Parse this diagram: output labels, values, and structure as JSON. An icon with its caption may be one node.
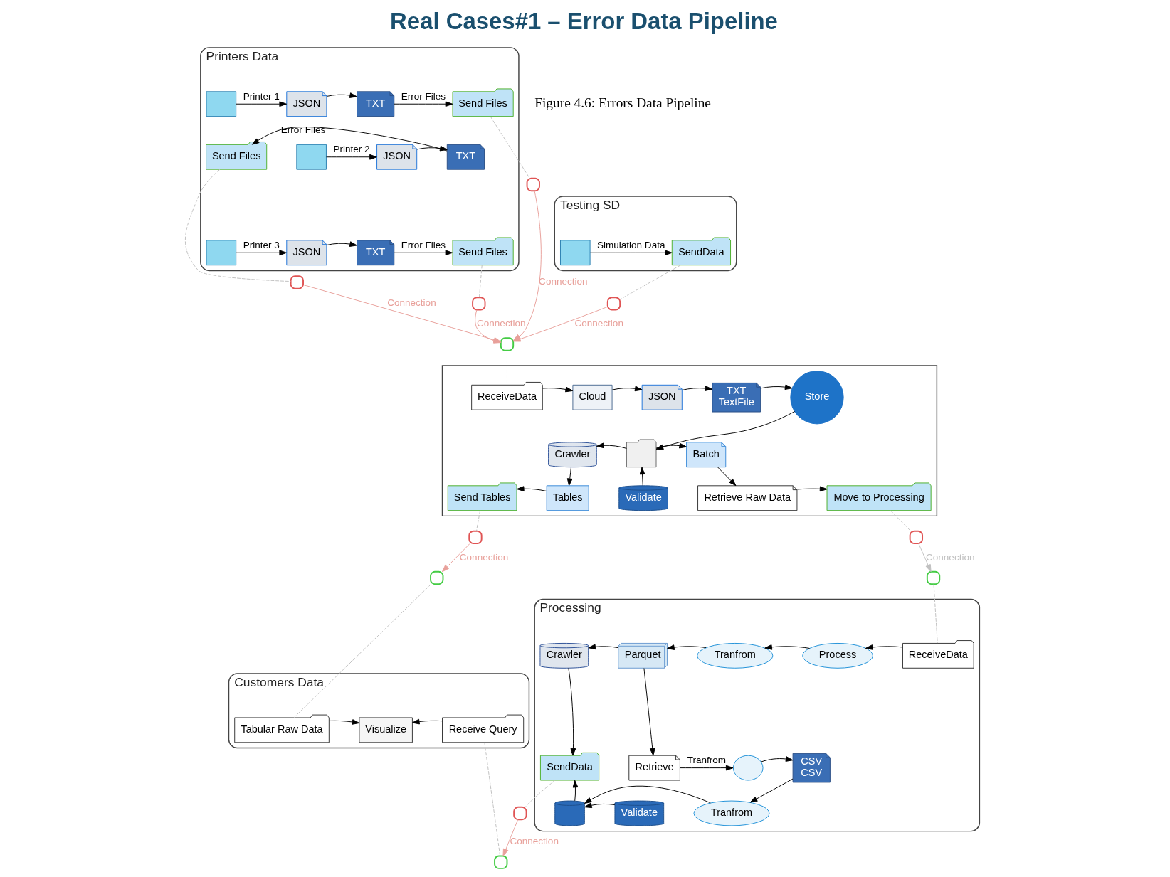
{
  "diagram": {
    "title": "Real Cases#1 – Error Data Pipeline",
    "caption": "Figure 4.6: Errors Data Pipeline",
    "nodes": [
      {
        "text": [
          "Printers Data"
        ]
      },
      {
        "text": [],
        "shape": "box",
        "in": 0
      },
      {
        "text": [
          "JSON"
        ],
        "in": 0
      },
      {
        "text": [
          "TXT"
        ],
        "in": 0
      },
      {
        "text": [
          "Send Files"
        ],
        "in": 0
      },
      {
        "text": [],
        "shape": "box",
        "in": 0
      },
      {
        "text": [
          "JSON"
        ],
        "in": 0
      },
      {
        "text": [
          "TXT"
        ],
        "in": 0
      },
      {
        "text": [
          "Send Files"
        ],
        "in": 0
      },
      {
        "text": [],
        "shape": "box",
        "in": 0
      },
      {
        "text": [
          "JSON"
        ],
        "in": 0
      },
      {
        "text": [
          "TXT"
        ],
        "in": 0
      },
      {
        "text": [
          "Send Files"
        ],
        "in": 0
      },
      {
        "text": [],
        "shape": "box"
      },
      {
        "text": [],
        "shape": "box"
      },
      {
        "text": [],
        "shape": "box"
      },
      {
        "text": [],
        "shape": "box"
      },
      {
        "text": [],
        "shape": "box"
      },
      {
        "text": [
          "ReceiveData"
        ],
        "in": 17
      },
      {
        "text": [
          "Cloud"
        ],
        "in": 17
      },
      {
        "text": [
          "JSON"
        ],
        "in": 17
      },
      {
        "text": [
          "TXT",
          "TextFile"
        ],
        "in": 17
      },
      {
        "text": [
          "Store"
        ],
        "in": 17
      },
      {
        "text": [],
        "shape": "box",
        "in": 17
      },
      {
        "text": [
          "Crawler"
        ],
        "in": 17
      },
      {
        "text": [
          "Batch"
        ],
        "in": 17
      },
      {
        "text": [
          "Tables"
        ],
        "in": 17
      },
      {
        "text": [
          "Send Tables"
        ],
        "in": 17
      },
      {
        "text": [
          "Validate"
        ],
        "in": 17
      },
      {
        "text": [
          "Retrieve Raw Data"
        ],
        "in": 17
      },
      {
        "text": [
          "Move to Processing"
        ],
        "in": 17
      },
      {
        "text": [],
        "shape": "box"
      },
      {
        "text": [],
        "shape": "box"
      },
      {
        "text": [],
        "shape": "box"
      },
      {
        "text": [
          "Testing SD"
        ]
      },
      {
        "text": [],
        "shape": "box",
        "in": 34
      },
      {
        "text": [
          "SendData"
        ],
        "in": 34
      },
      {
        "text": [],
        "shape": "box"
      },
      {
        "text": [],
        "shape": "box"
      },
      {
        "text": [
          "Customers Data"
        ]
      },
      {
        "text": [
          "Tabular Raw Data"
        ],
        "in": 39
      },
      {
        "text": [
          "Visualize"
        ],
        "in": 39
      },
      {
        "text": [
          "Receive Query"
        ],
        "in": 39
      },
      {
        "text": [],
        "shape": "box"
      },
      {
        "text": [
          "Processing"
        ]
      },
      {
        "text": [
          "ReceiveData"
        ],
        "in": 44
      },
      {
        "text": [
          "Process"
        ],
        "in": 44
      },
      {
        "text": [
          "Tranfrom"
        ],
        "in": 44
      },
      {
        "text": [
          "Parquet"
        ],
        "in": 44
      },
      {
        "text": [
          "Crawler"
        ],
        "in": 44
      },
      {
        "text": [
          "SendData"
        ],
        "in": 44
      },
      {
        "text": [
          "Retrieve"
        ],
        "in": 44
      },
      {
        "text": [],
        "shape": "box",
        "in": 44
      },
      {
        "text": [
          "CSV",
          "CSV"
        ],
        "in": 44
      },
      {
        "text": [
          "Tranfrom"
        ],
        "in": 44
      },
      {
        "text": [
          "Validate"
        ],
        "in": 44
      },
      {
        "text": [],
        "shape": "cylinder",
        "in": 44
      },
      {
        "text": [],
        "shape": "box"
      }
    ],
    "edges": [
      {
        "from": 1,
        "to": 2,
        "arrow": "to",
        "label": "Printer 1"
      },
      {
        "from": 2,
        "to": 3,
        "arrow": "to"
      },
      {
        "from": 3,
        "to": 4,
        "arrow": "to",
        "label": "Error Files"
      },
      {
        "from": 5,
        "to": 6,
        "arrow": "to",
        "label": "Printer 2"
      },
      {
        "from": 6,
        "to": 7,
        "arrow": "to"
      },
      {
        "from": 7,
        "to": 8,
        "arrow": "to",
        "label": "Error Files"
      },
      {
        "from": 9,
        "to": 10,
        "arrow": "to",
        "label": "Printer 3"
      },
      {
        "from": 10,
        "to": 11,
        "arrow": "to"
      },
      {
        "from": 11,
        "to": 12,
        "arrow": "to",
        "label": "Error Files"
      },
      {
        "from": 4,
        "to": 13,
        "arrow": "none",
        "style": "dashed",
        "color": "#c0c0c0"
      },
      {
        "from": 8,
        "to": 14,
        "arrow": "none",
        "style": "dashed",
        "color": "#c0c0c0"
      },
      {
        "from": 12,
        "to": 15,
        "arrow": "none",
        "style": "dashed",
        "color": "#c0c0c0"
      },
      {
        "from": 13,
        "to": 16,
        "arrow": "to",
        "label": "Connection",
        "color": "#e8a09a"
      },
      {
        "from": 14,
        "to": 16,
        "arrow": "to",
        "label": "Connection",
        "color": "#e8a09a"
      },
      {
        "from": 15,
        "to": 16,
        "arrow": "to",
        "label": "Connection",
        "color": "#e8a09a"
      },
      {
        "from": 37,
        "to": 16,
        "arrow": "to",
        "label": "Connection",
        "color": "#e8a09a"
      },
      {
        "from": 16,
        "to": 18,
        "arrow": "none",
        "style": "dashed",
        "color": "#c0c0c0"
      },
      {
        "from": 18,
        "to": 19,
        "arrow": "to"
      },
      {
        "from": 19,
        "to": 20,
        "arrow": "to"
      },
      {
        "from": 20,
        "to": 21,
        "arrow": "to"
      },
      {
        "from": 21,
        "to": 22,
        "arrow": "to"
      },
      {
        "from": 22,
        "to": 23,
        "arrow": "to"
      },
      {
        "from": 23,
        "to": 24,
        "arrow": "to"
      },
      {
        "from": 23,
        "to": 25,
        "arrow": "to"
      },
      {
        "from": 28,
        "to": 23,
        "arrow": "to"
      },
      {
        "from": 24,
        "to": 26,
        "arrow": "to"
      },
      {
        "from": 26,
        "to": 27,
        "arrow": "to"
      },
      {
        "from": 25,
        "to": 29,
        "arrow": "to"
      },
      {
        "from": 29,
        "to": 30,
        "arrow": "to"
      },
      {
        "from": 27,
        "to": 31,
        "arrow": "none",
        "style": "dashed",
        "color": "#c0c0c0"
      },
      {
        "from": 30,
        "to": 32,
        "arrow": "none",
        "style": "dashed",
        "color": "#c0c0c0"
      },
      {
        "from": 32,
        "to": 33,
        "arrow": "to",
        "label": "Connection",
        "color": "#c0c0c0"
      },
      {
        "from": 35,
        "to": 36,
        "arrow": "to",
        "label": "Simulation Data"
      },
      {
        "from": 36,
        "to": 37,
        "arrow": "none",
        "style": "dashed",
        "color": "#c0c0c0"
      },
      {
        "from": 31,
        "to": 38,
        "arrow": "to",
        "label": "Connection",
        "color": "#e8a09a"
      },
      {
        "from": 38,
        "to": 40,
        "arrow": "none",
        "style": "dashed",
        "color": "#c0c0c0"
      },
      {
        "from": 40,
        "to": 41,
        "arrow": "to"
      },
      {
        "from": 42,
        "to": 41,
        "arrow": "to"
      },
      {
        "from": 42,
        "to": 43,
        "arrow": "none",
        "style": "dashed",
        "color": "#c0c0c0"
      },
      {
        "from": 33,
        "to": 45,
        "arrow": "none",
        "style": "dashed",
        "color": "#c0c0c0"
      },
      {
        "from": 45,
        "to": 46,
        "arrow": "to"
      },
      {
        "from": 46,
        "to": 47,
        "arrow": "to"
      },
      {
        "from": 47,
        "to": 48,
        "arrow": "to"
      },
      {
        "from": 48,
        "to": 49,
        "arrow": "to"
      },
      {
        "from": 49,
        "to": 50,
        "arrow": "to"
      },
      {
        "from": 48,
        "to": 51,
        "arrow": "to"
      },
      {
        "from": 51,
        "to": 52,
        "arrow": "to",
        "label": "Tranfrom"
      },
      {
        "from": 52,
        "to": 53,
        "arrow": "to"
      },
      {
        "from": 53,
        "to": 54,
        "arrow": "to"
      },
      {
        "from": 54,
        "to": 56,
        "arrow": "to"
      },
      {
        "from": 55,
        "to": 56,
        "arrow": "to"
      },
      {
        "from": 56,
        "to": 50,
        "arrow": "to"
      },
      {
        "from": 50,
        "to": 57,
        "arrow": "none",
        "style": "dashed",
        "color": "#c0c0c0"
      },
      {
        "from": 57,
        "to": 43,
        "arrow": "to",
        "label": "Connection",
        "color": "#e8a09a"
      }
    ]
  }
}
